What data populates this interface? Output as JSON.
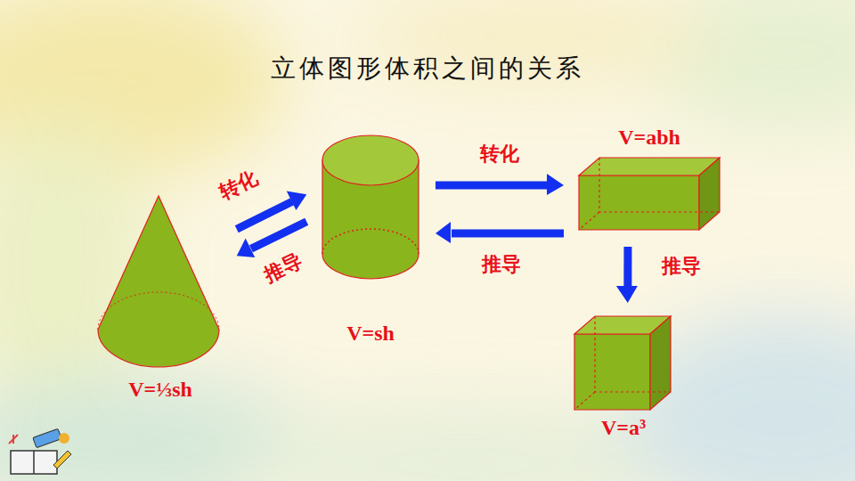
{
  "diagram": {
    "title": "立体图形体积之间的关系",
    "nodes": [
      {
        "text": [
          "V=⅓sh"
        ]
      },
      {
        "text": [
          "V=sh"
        ]
      },
      {
        "text": [
          "V=abh"
        ]
      },
      {
        "text": [
          "V=a³"
        ]
      }
    ],
    "edges": [
      {
        "from": 0,
        "to": 1,
        "label": "转化",
        "arrow": "to"
      },
      {
        "from": 1,
        "to": 0,
        "label": "推导",
        "arrow": "to"
      },
      {
        "from": 1,
        "to": 2,
        "label": "转化",
        "arrow": "to"
      },
      {
        "from": 2,
        "to": 1,
        "label": "推导",
        "arrow": "to"
      },
      {
        "from": 2,
        "to": 3,
        "label": "推导",
        "arrow": "to"
      }
    ]
  }
}
